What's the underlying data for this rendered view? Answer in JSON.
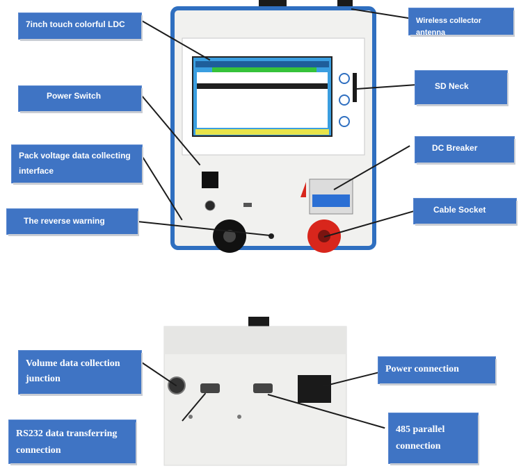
{
  "labels": {
    "ldc": "7inch touch colorful LDC",
    "wireless": "Wireless collector antenna",
    "power_switch": "Power Switch",
    "pack_voltage": "Pack voltage data collecting interface",
    "sd_neck": "SD Neck",
    "dc_breaker": "DC Breaker",
    "reverse_warning": "The reverse warning",
    "cable_socket": "Cable Socket",
    "volume_data": "Volume data collection junction",
    "rs232": "RS232 data transferring connection",
    "power_connection": "Power connection",
    "parallel_485": "485 parallel connection"
  },
  "colors": {
    "label_bg": "#3f74c4",
    "device_frame": "#2f6fc0",
    "screen": "#2f8fd0",
    "breaker": "#2b6fd4",
    "socket_red": "#d8261c"
  }
}
